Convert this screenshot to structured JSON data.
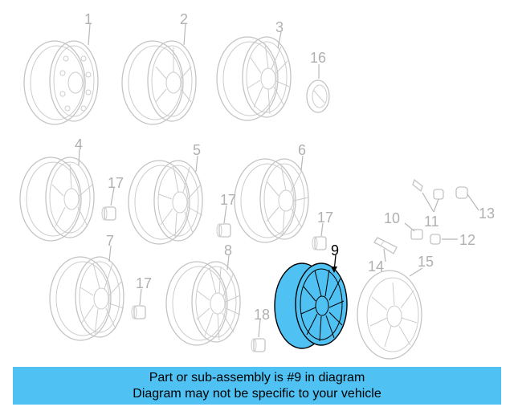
{
  "diagram": {
    "highlight_color": "#4fc1f2",
    "highlighted_callout": "9",
    "callouts": [
      "1",
      "2",
      "3",
      "4",
      "5",
      "6",
      "7",
      "8",
      "9",
      "10",
      "11",
      "12",
      "13",
      "14",
      "15",
      "16",
      "17",
      "17",
      "17",
      "17",
      "18"
    ]
  },
  "banner": {
    "line1": "Part or sub-assembly is #9 in diagram",
    "line2": "Diagram may not be specific to your vehicle",
    "color": "#4fc1f2"
  }
}
